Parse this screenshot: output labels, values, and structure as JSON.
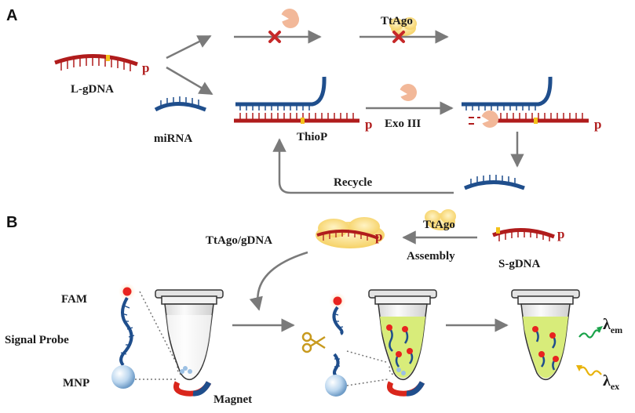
{
  "panel_a": {
    "letter": "A",
    "l_gdna": "L-gDNA",
    "mirna": "miRNA",
    "ttago_top": "TtAgo",
    "thiop": "ThioP",
    "exo_iii": "Exo III",
    "recycle": "Recycle",
    "p1": "p",
    "p2": "p",
    "p3": "p"
  },
  "panel_b": {
    "letter": "B",
    "ttago": "TtAgo",
    "assembly": "Assembly",
    "s_gdna": "S-gDNA",
    "ttago_gdna": "TtAgo/gDNA",
    "fam": "FAM",
    "signal_probe": "Signal Probe",
    "mnp": "MNP",
    "magnet": "Magnet",
    "lambda": "λ",
    "em": "em",
    "ex": "ex",
    "p1": "p",
    "p2": "p"
  },
  "colors": {
    "gdna_red": "#b01c1c",
    "mirna_blue": "#1f4e8c",
    "arrow_gray": "#7a7a7a",
    "exo_pink": "#f2b899",
    "ttago_yellow": "#f7d77a",
    "fam_red": "#e8231f",
    "fluid_green": "#d8ec7a",
    "em_green": "#1aa34a",
    "ex_yellow": "#e8b30c"
  }
}
